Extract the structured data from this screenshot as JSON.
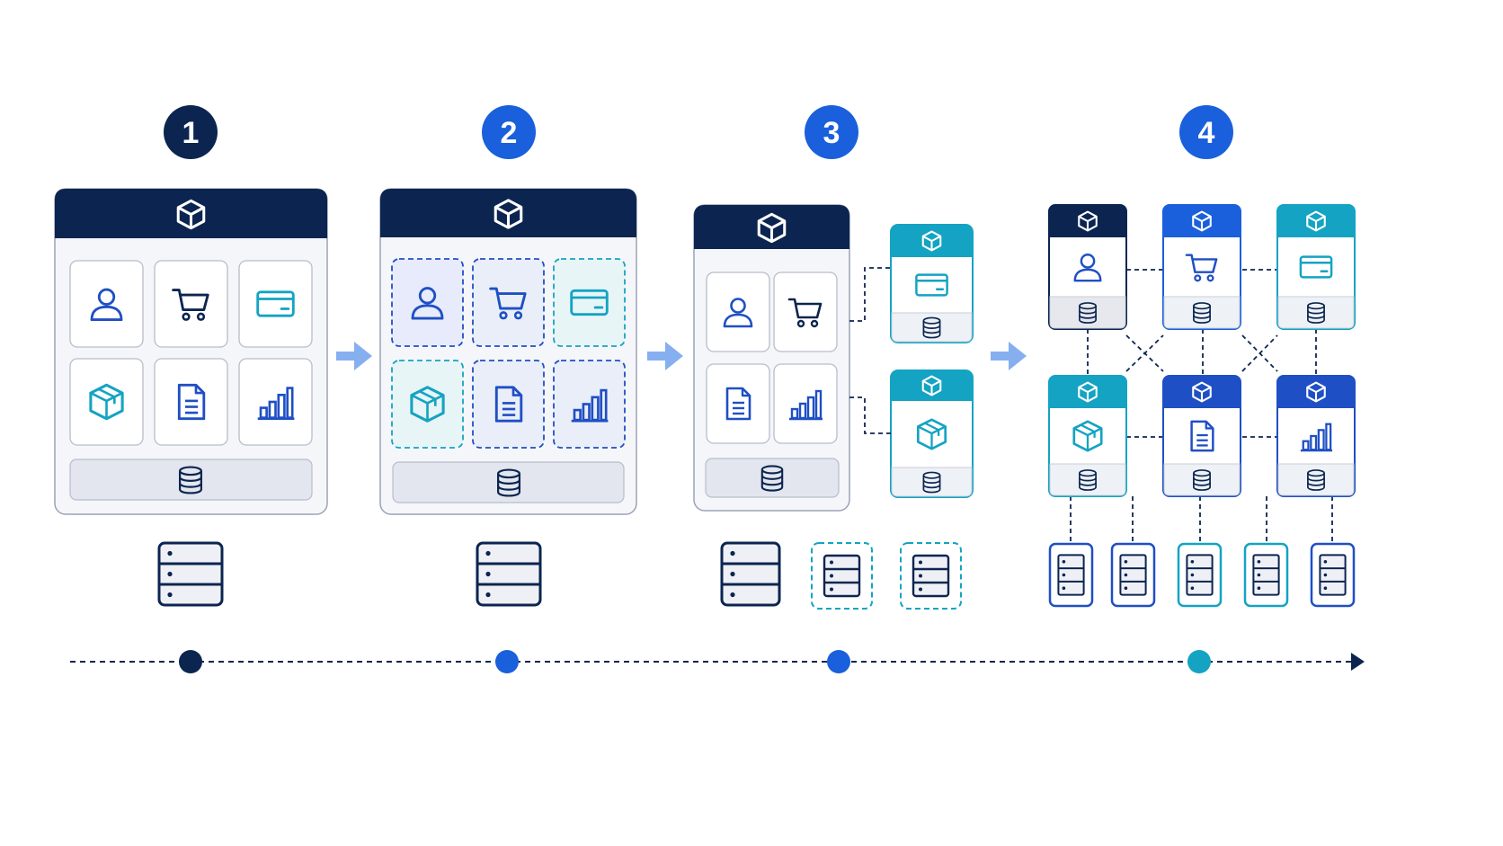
{
  "colors": {
    "navy": "#0c2550",
    "blue": "#1a5fdc",
    "royal": "#1f4fc4",
    "teal": "#14a3c3",
    "panel_bg": "#f5f6fa",
    "panel_border": "#9aa3b5",
    "card_border": "#b7bdca",
    "db_bar": "#e3e6ee",
    "arrow": "#86aff0"
  },
  "stages": [
    {
      "number": "1",
      "badge_color": "#0c2550",
      "architecture": "monolith"
    },
    {
      "number": "2",
      "badge_color": "#1a5fdc",
      "architecture": "modular-monolith"
    },
    {
      "number": "3",
      "badge_color": "#1a5fdc",
      "architecture": "monolith-with-extracted-services"
    },
    {
      "number": "4",
      "badge_color": "#1a5fdc",
      "architecture": "microservices"
    }
  ],
  "module_icons": [
    "user-icon",
    "cart-icon",
    "credit-card-icon",
    "box-icon",
    "document-icon",
    "bar-chart-icon"
  ],
  "timeline": {
    "dots": [
      "#0c2550",
      "#1a5fdc",
      "#1a5fdc",
      "#14a3c3"
    ]
  }
}
